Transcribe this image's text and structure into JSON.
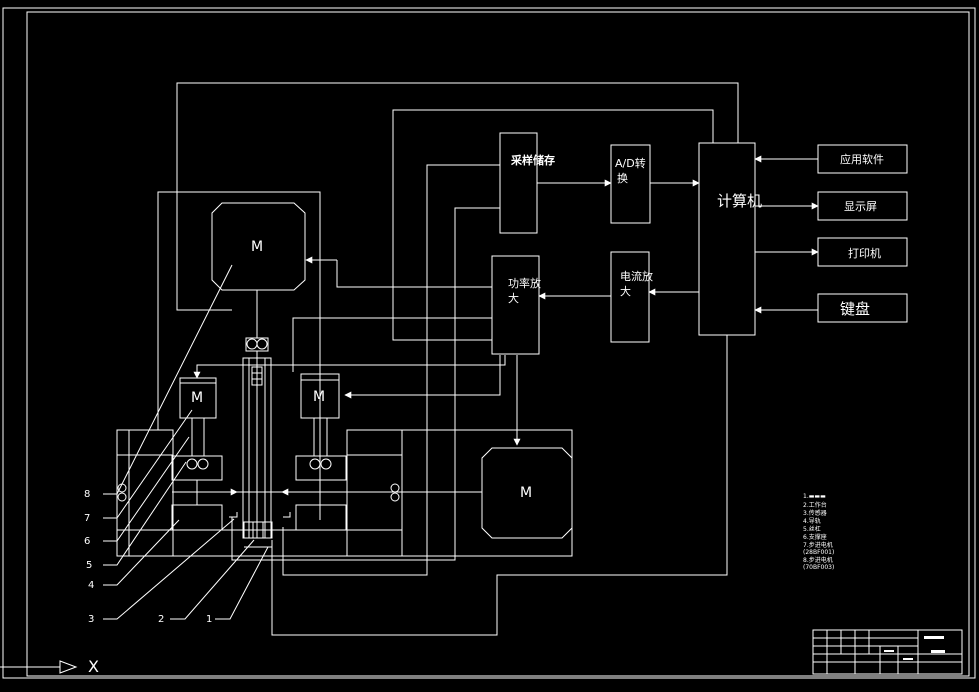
{
  "blocks": {
    "sampling": "采样储存",
    "ad_line1": "A/D转",
    "ad_line2": "换",
    "computer": "计算机",
    "app_software": "应用软件",
    "display": "显示屏",
    "printer": "打印机",
    "keyboard": "键盘",
    "power_amp_line1": "功率放",
    "power_amp_line2": "大",
    "current_amp_line1": "电流放",
    "current_amp_line2": "大"
  },
  "motors": {
    "top": "M",
    "left": "M",
    "right": "M",
    "big": "M"
  },
  "callouts": [
    "8",
    "7",
    "6",
    "5",
    "4",
    "3",
    "2",
    "1"
  ],
  "legend_items": [
    "1.▬▬▬",
    "2.工作台",
    "3.传感器",
    "4.导轨",
    "5.丝杠",
    "6.支撑座",
    "7.步进电机",
    "(28BF001)",
    "8.步进电机",
    "(70BF003)"
  ],
  "axis_label": "X"
}
